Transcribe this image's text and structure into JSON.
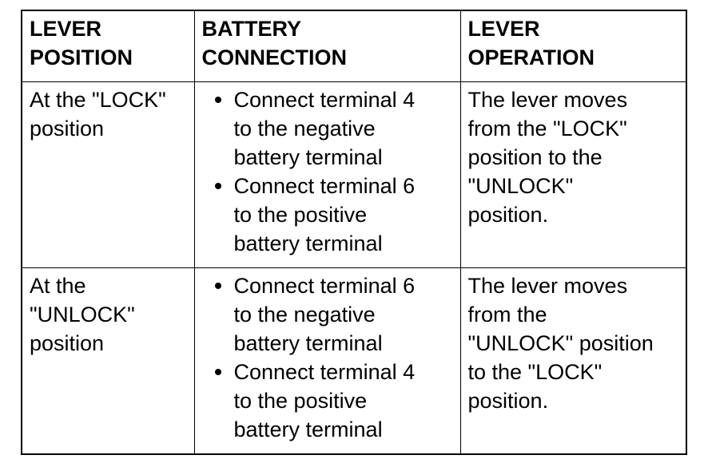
{
  "headers": [
    [
      "LEVER",
      "POSITION"
    ],
    [
      "BATTERY",
      "CONNECTION"
    ],
    [
      "LEVER",
      "OPERATION"
    ]
  ],
  "rows": [
    {
      "position": [
        "At the \"LOCK\"",
        "position"
      ],
      "connection": [
        [
          "Connect terminal 4",
          "to the negative",
          "battery terminal"
        ],
        [
          "Connect terminal 6",
          "to the positive",
          "battery terminal"
        ]
      ],
      "operation": [
        "The lever moves",
        "from the \"LOCK\"",
        "position to the",
        "\"UNLOCK\"",
        "position."
      ]
    },
    {
      "position": [
        "At the",
        "\"UNLOCK\"",
        "position"
      ],
      "connection": [
        [
          "Connect terminal 6",
          "to the negative",
          "battery terminal"
        ],
        [
          "Connect terminal 4",
          "to the positive",
          "battery terminal"
        ]
      ],
      "operation": [
        "The lever moves",
        "from the",
        "\"UNLOCK\" position",
        "to the \"LOCK\"",
        "position."
      ]
    }
  ]
}
